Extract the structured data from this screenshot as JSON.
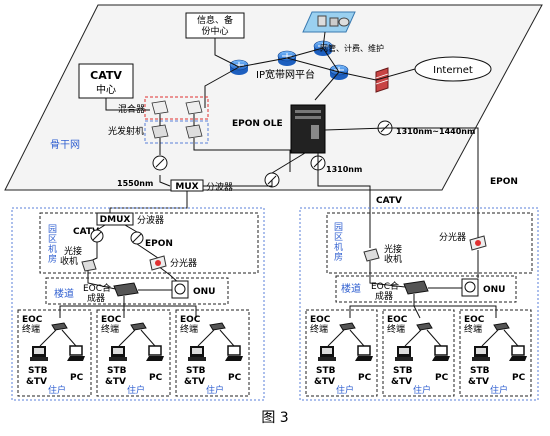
{
  "diagram": {
    "backbone": {
      "info_center": "信息、备\n份中心",
      "ip_platform": "IP宽带网平台",
      "mgmt": "网管、计费、维护",
      "internet": "Internet",
      "catv_center_1": "CATV",
      "catv_center_2": "中心",
      "mixer": "混合器",
      "transmitter": "光发射机",
      "epon_olt": "EPON OLE",
      "backbone_net": "骨干网",
      "wl_1550": "1550nm",
      "mux": "MUX",
      "wavesplit": "分波器",
      "wl_1310": "1310nm",
      "wl_1310_1440": "1310nm~1440nm",
      "catv_label": "CATV",
      "epon_label": "EPON"
    },
    "left_site": {
      "dmux": "DMUX",
      "wavesplit": "分波器",
      "catv": "CATV",
      "epon": "EPON",
      "room": "园区机房",
      "receiver_1": "光接",
      "receiver_2": "收机",
      "splitter": "分光器",
      "building": "楼道",
      "eoc_combiner_1": "EOC合",
      "eoc_combiner_2": "成器",
      "onu": "ONU",
      "homes": [
        {
          "eoc_1": "EOC",
          "eoc_2": "终端",
          "stb_1": "STB",
          "stb_2": "&TV",
          "pc": "PC",
          "home": "住户"
        },
        {
          "eoc_1": "EOC",
          "eoc_2": "终端",
          "stb_1": "STB",
          "stb_2": "&TV",
          "pc": "PC",
          "home": "住户"
        },
        {
          "eoc_1": "EOC",
          "eoc_2": "终端",
          "stb_1": "STB",
          "stb_2": "&TV",
          "pc": "PC",
          "home": "住户"
        }
      ]
    },
    "right_site": {
      "room": "园区机房",
      "receiver_1": "光接",
      "receiver_2": "收机",
      "splitter": "分光器",
      "building": "楼道",
      "eoc_combiner_1": "EOC合",
      "eoc_combiner_2": "成器",
      "onu": "ONU",
      "homes": [
        {
          "eoc_1": "EOC",
          "eoc_2": "终端",
          "stb_1": "STB",
          "stb_2": "&TV",
          "pc": "PC",
          "home": "住户"
        },
        {
          "eoc_1": "EOC",
          "eoc_2": "终端",
          "stb_1": "STB",
          "stb_2": "&TV",
          "pc": "PC",
          "home": "住户"
        },
        {
          "eoc_1": "EOC",
          "eoc_2": "终端",
          "stb_1": "STB",
          "stb_2": "&TV",
          "pc": "PC",
          "home": "住户"
        }
      ]
    },
    "caption": "图 3",
    "colors": {
      "line": "#1a1a1a",
      "blue_text": "#2f5fd0",
      "dashed_blue": "#5a7fd8",
      "dashed_red": "#e03030",
      "platform": "#f6f6f6",
      "router": "#2a7fe0"
    }
  }
}
